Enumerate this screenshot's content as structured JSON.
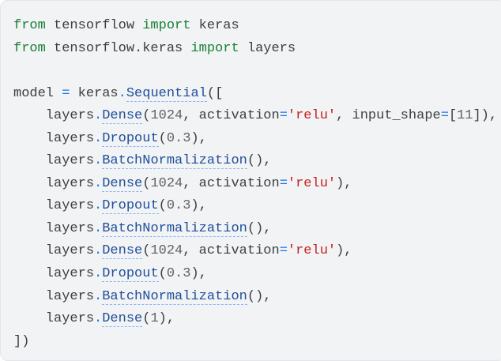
{
  "code": {
    "language": "python",
    "lines": [
      [
        [
          "kw",
          "from"
        ],
        [
          "plain",
          " tensorflow "
        ],
        [
          "kw",
          "import"
        ],
        [
          "plain",
          " keras"
        ]
      ],
      [
        [
          "kw",
          "from"
        ],
        [
          "plain",
          " tensorflow.keras "
        ],
        [
          "kw",
          "import"
        ],
        [
          "plain",
          " layers"
        ]
      ],
      [],
      [
        [
          "plain",
          "model "
        ],
        [
          "op",
          "="
        ],
        [
          "plain",
          " keras"
        ],
        [
          "op",
          "."
        ],
        [
          "attr",
          "Sequential"
        ],
        [
          "plain",
          "(["
        ]
      ],
      [
        [
          "plain",
          "    layers"
        ],
        [
          "op",
          "."
        ],
        [
          "attr",
          "Dense"
        ],
        [
          "plain",
          "("
        ],
        [
          "num",
          "1024"
        ],
        [
          "plain",
          ", activation"
        ],
        [
          "op",
          "="
        ],
        [
          "str",
          "'relu'"
        ],
        [
          "plain",
          ", input_shape"
        ],
        [
          "op",
          "="
        ],
        [
          "plain",
          "["
        ],
        [
          "num",
          "11"
        ],
        [
          "plain",
          "]),"
        ]
      ],
      [
        [
          "plain",
          "    layers"
        ],
        [
          "op",
          "."
        ],
        [
          "attr",
          "Dropout"
        ],
        [
          "plain",
          "("
        ],
        [
          "num",
          "0.3"
        ],
        [
          "plain",
          "),"
        ]
      ],
      [
        [
          "plain",
          "    layers"
        ],
        [
          "op",
          "."
        ],
        [
          "attr",
          "BatchNormalization"
        ],
        [
          "plain",
          "(),"
        ]
      ],
      [
        [
          "plain",
          "    layers"
        ],
        [
          "op",
          "."
        ],
        [
          "attr",
          "Dense"
        ],
        [
          "plain",
          "("
        ],
        [
          "num",
          "1024"
        ],
        [
          "plain",
          ", activation"
        ],
        [
          "op",
          "="
        ],
        [
          "str",
          "'relu'"
        ],
        [
          "plain",
          "),"
        ]
      ],
      [
        [
          "plain",
          "    layers"
        ],
        [
          "op",
          "."
        ],
        [
          "attr",
          "Dropout"
        ],
        [
          "plain",
          "("
        ],
        [
          "num",
          "0.3"
        ],
        [
          "plain",
          "),"
        ]
      ],
      [
        [
          "plain",
          "    layers"
        ],
        [
          "op",
          "."
        ],
        [
          "attr",
          "BatchNormalization"
        ],
        [
          "plain",
          "(),"
        ]
      ],
      [
        [
          "plain",
          "    layers"
        ],
        [
          "op",
          "."
        ],
        [
          "attr",
          "Dense"
        ],
        [
          "plain",
          "("
        ],
        [
          "num",
          "1024"
        ],
        [
          "plain",
          ", activation"
        ],
        [
          "op",
          "="
        ],
        [
          "str",
          "'relu'"
        ],
        [
          "plain",
          "),"
        ]
      ],
      [
        [
          "plain",
          "    layers"
        ],
        [
          "op",
          "."
        ],
        [
          "attr",
          "Dropout"
        ],
        [
          "plain",
          "("
        ],
        [
          "num",
          "0.3"
        ],
        [
          "plain",
          "),"
        ]
      ],
      [
        [
          "plain",
          "    layers"
        ],
        [
          "op",
          "."
        ],
        [
          "attr",
          "BatchNormalization"
        ],
        [
          "plain",
          "(),"
        ]
      ],
      [
        [
          "plain",
          "    layers"
        ],
        [
          "op",
          "."
        ],
        [
          "attr",
          "Dense"
        ],
        [
          "plain",
          "("
        ],
        [
          "num",
          "1"
        ],
        [
          "plain",
          "),"
        ]
      ],
      [
        [
          "plain",
          "])"
        ]
      ]
    ]
  }
}
